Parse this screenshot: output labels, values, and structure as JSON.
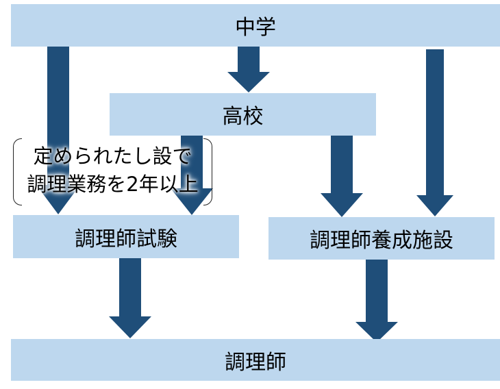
{
  "colors": {
    "box_fill": "#BDD7EE",
    "arrow_fill": "#1F4E79",
    "text": "#000000"
  },
  "nodes": {
    "junior_high": "中学",
    "high_school": "高校",
    "exam": "調理師試験",
    "training_facility": "調理師養成施設",
    "chef": "調理師"
  },
  "note": {
    "line1": "定められたし設で",
    "line2": "調理業務を2年以上"
  },
  "edges": [
    {
      "from": "junior_high",
      "to": "exam"
    },
    {
      "from": "junior_high",
      "to": "high_school"
    },
    {
      "from": "junior_high",
      "to": "training_facility"
    },
    {
      "from": "high_school",
      "to": "exam"
    },
    {
      "from": "high_school",
      "to": "training_facility"
    },
    {
      "from": "exam",
      "to": "chef"
    },
    {
      "from": "training_facility",
      "to": "chef"
    }
  ]
}
